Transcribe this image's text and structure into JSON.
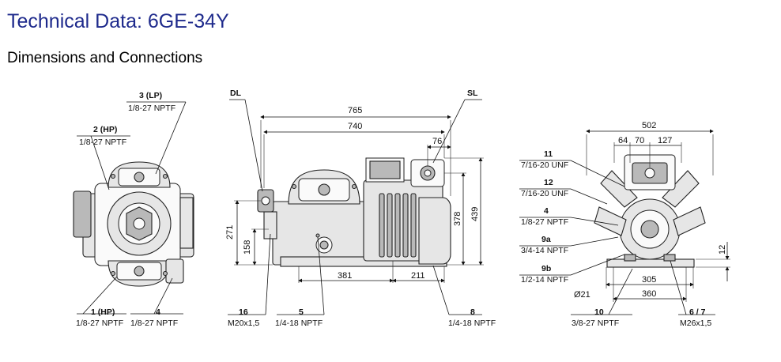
{
  "header": {
    "title": "Technical Data: 6GE-34Y",
    "subtitle": "Dimensions and Connections"
  },
  "labels": {
    "lp": {
      "num": "3 (LP)",
      "spec": "1/8-27 NPTF"
    },
    "hp_top": {
      "num": "2 (HP)",
      "spec": "1/8-27 NPTF"
    },
    "hp_bottom": {
      "num": "1 (HP)",
      "spec": "1/8-27 NPTF"
    },
    "c4_left": {
      "num": "4",
      "spec": "1/8-27 NPTF"
    },
    "dl": "DL",
    "sl": "SL",
    "c16": {
      "num": "16",
      "spec": "M20x1,5"
    },
    "c5": {
      "num": "5",
      "spec": "1/4-18 NPTF"
    },
    "c8": {
      "num": "8",
      "spec": "1/4-18 NPTF"
    },
    "c11": {
      "num": "11",
      "spec": "7/16-20 UNF"
    },
    "c12": {
      "num": "12",
      "spec": "7/16-20 UNF"
    },
    "c4_right": {
      "num": "4",
      "spec": "1/8-27 NPTF"
    },
    "c9a": {
      "num": "9a",
      "spec": "3/4-14 NPTF"
    },
    "c9b": {
      "num": "9b",
      "spec": "1/2-14 NPTF"
    },
    "c10": {
      "num": "10",
      "spec": "3/8-27 NPTF"
    },
    "c67": {
      "num": "6 / 7",
      "spec": "M26x1,5"
    }
  },
  "dims": {
    "d765": "765",
    "d740": "740",
    "d76": "76",
    "d439": "439",
    "d378": "378",
    "d271": "271",
    "d158": "158",
    "d381": "381",
    "d211": "211",
    "d502": "502",
    "d64": "64",
    "d70": "70",
    "d127": "127",
    "d12": "12",
    "d305": "305",
    "d360": "360",
    "d21": "Ø21"
  }
}
